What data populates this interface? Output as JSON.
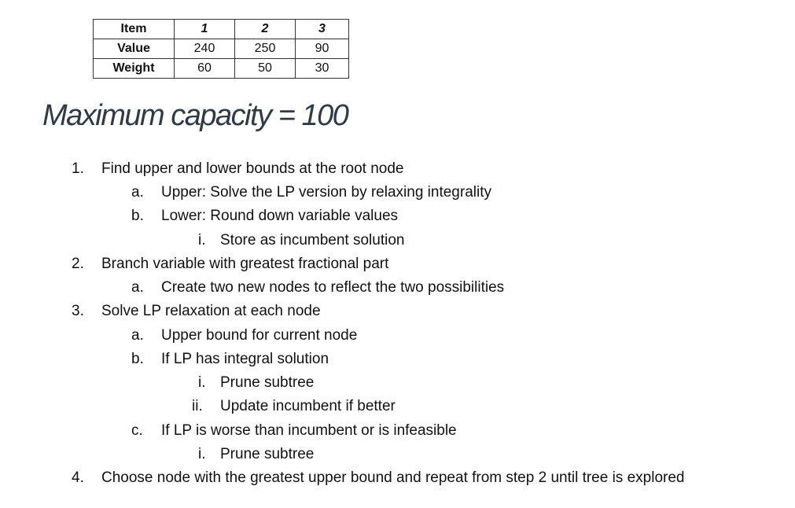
{
  "table": {
    "header": [
      "Item",
      "1",
      "2",
      "3"
    ],
    "rows": [
      {
        "label": "Value",
        "values": [
          "240",
          "250",
          "90"
        ]
      },
      {
        "label": "Weight",
        "values": [
          "60",
          "50",
          "30"
        ]
      }
    ]
  },
  "title": "Maximum capacity = 100",
  "steps": [
    {
      "marker": "1.",
      "text": "Find upper and lower bounds at the root node"
    },
    {
      "marker": "a.",
      "text": "Upper: Solve the LP version by relaxing integrality"
    },
    {
      "marker": "b.",
      "text": "Lower: Round down variable values"
    },
    {
      "marker": "i.",
      "text": "Store as incumbent solution"
    },
    {
      "marker": "2.",
      "text": "Branch variable with greatest fractional part"
    },
    {
      "marker": "a.",
      "text": "Create two new nodes to reflect the two possibilities"
    },
    {
      "marker": "3.",
      "text": "Solve LP relaxation at each node"
    },
    {
      "marker": "a.",
      "text": "Upper bound for current node"
    },
    {
      "marker": "b.",
      "text": "If LP has integral solution"
    },
    {
      "marker": "i.",
      "text": "Prune subtree"
    },
    {
      "marker": "ii.",
      "text": "Update incumbent if better"
    },
    {
      "marker": "c.",
      "text": "If LP is worse than incumbent or is infeasible"
    },
    {
      "marker": "i.",
      "text": "Prune subtree"
    },
    {
      "marker": "4.",
      "text": "Choose node with the greatest upper bound and repeat from step 2 until tree is explored"
    }
  ]
}
